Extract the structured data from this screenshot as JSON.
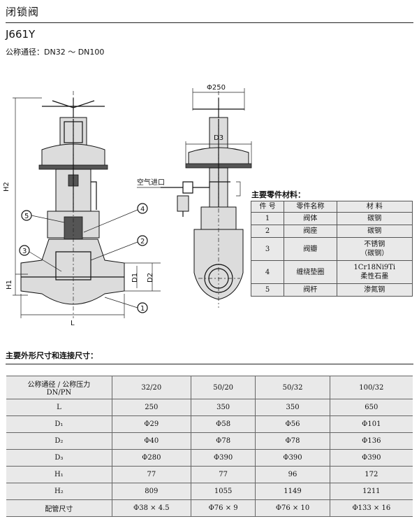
{
  "header": {
    "title": "闭锁阀",
    "model": "J661Y",
    "size_range": "公称通径：DN32 ～ DN100"
  },
  "drawing": {
    "labels": {
      "h2": "H2",
      "h1": "H1",
      "l": "L",
      "d1": "D1",
      "d2": "D2",
      "d3": "D3",
      "handwheel": "Φ250",
      "air_inlet": "空气进口",
      "callouts": [
        "1",
        "2",
        "3",
        "4",
        "5"
      ]
    }
  },
  "parts": {
    "heading": "主要零件材料：",
    "columns": [
      "件 号",
      "零件名称",
      "材 料"
    ],
    "rows": [
      {
        "no": "1",
        "name": "阀体",
        "material": "碳钢"
      },
      {
        "no": "2",
        "name": "阀座",
        "material": "碳钢"
      },
      {
        "no": "3",
        "name": "阀瓣",
        "material": "不锈钢\n（碳钢）"
      },
      {
        "no": "4",
        "name": "缠绕垫圈",
        "material": "1Cr18Ni9Ti\n柔性石墨"
      },
      {
        "no": "5",
        "name": "阀杆",
        "material": "渗氮钢"
      }
    ]
  },
  "dimensions": {
    "heading": "主要外形尺寸和连接尺寸：",
    "header_label": "公称通径 / 公称压力\nDN/PN",
    "columns": [
      "32/20",
      "50/20",
      "50/32",
      "100/32"
    ],
    "rows": [
      {
        "label": "L",
        "values": [
          "250",
          "350",
          "350",
          "650"
        ]
      },
      {
        "label": "D₁",
        "values": [
          "Φ29",
          "Φ58",
          "Φ56",
          "Φ101"
        ]
      },
      {
        "label": "D₂",
        "values": [
          "Φ40",
          "Φ78",
          "Φ78",
          "Φ136"
        ]
      },
      {
        "label": "D₃",
        "values": [
          "Φ280",
          "Φ390",
          "Φ390",
          "Φ390"
        ]
      },
      {
        "label": "H₁",
        "values": [
          "77",
          "77",
          "96",
          "172"
        ]
      },
      {
        "label": "H₂",
        "values": [
          "809",
          "1055",
          "1149",
          "1211"
        ]
      },
      {
        "label": "配管尺寸",
        "values": [
          "Φ38 × 4.5",
          "Φ76 × 9",
          "Φ76 × 10",
          "Φ133 × 16"
        ]
      }
    ]
  }
}
